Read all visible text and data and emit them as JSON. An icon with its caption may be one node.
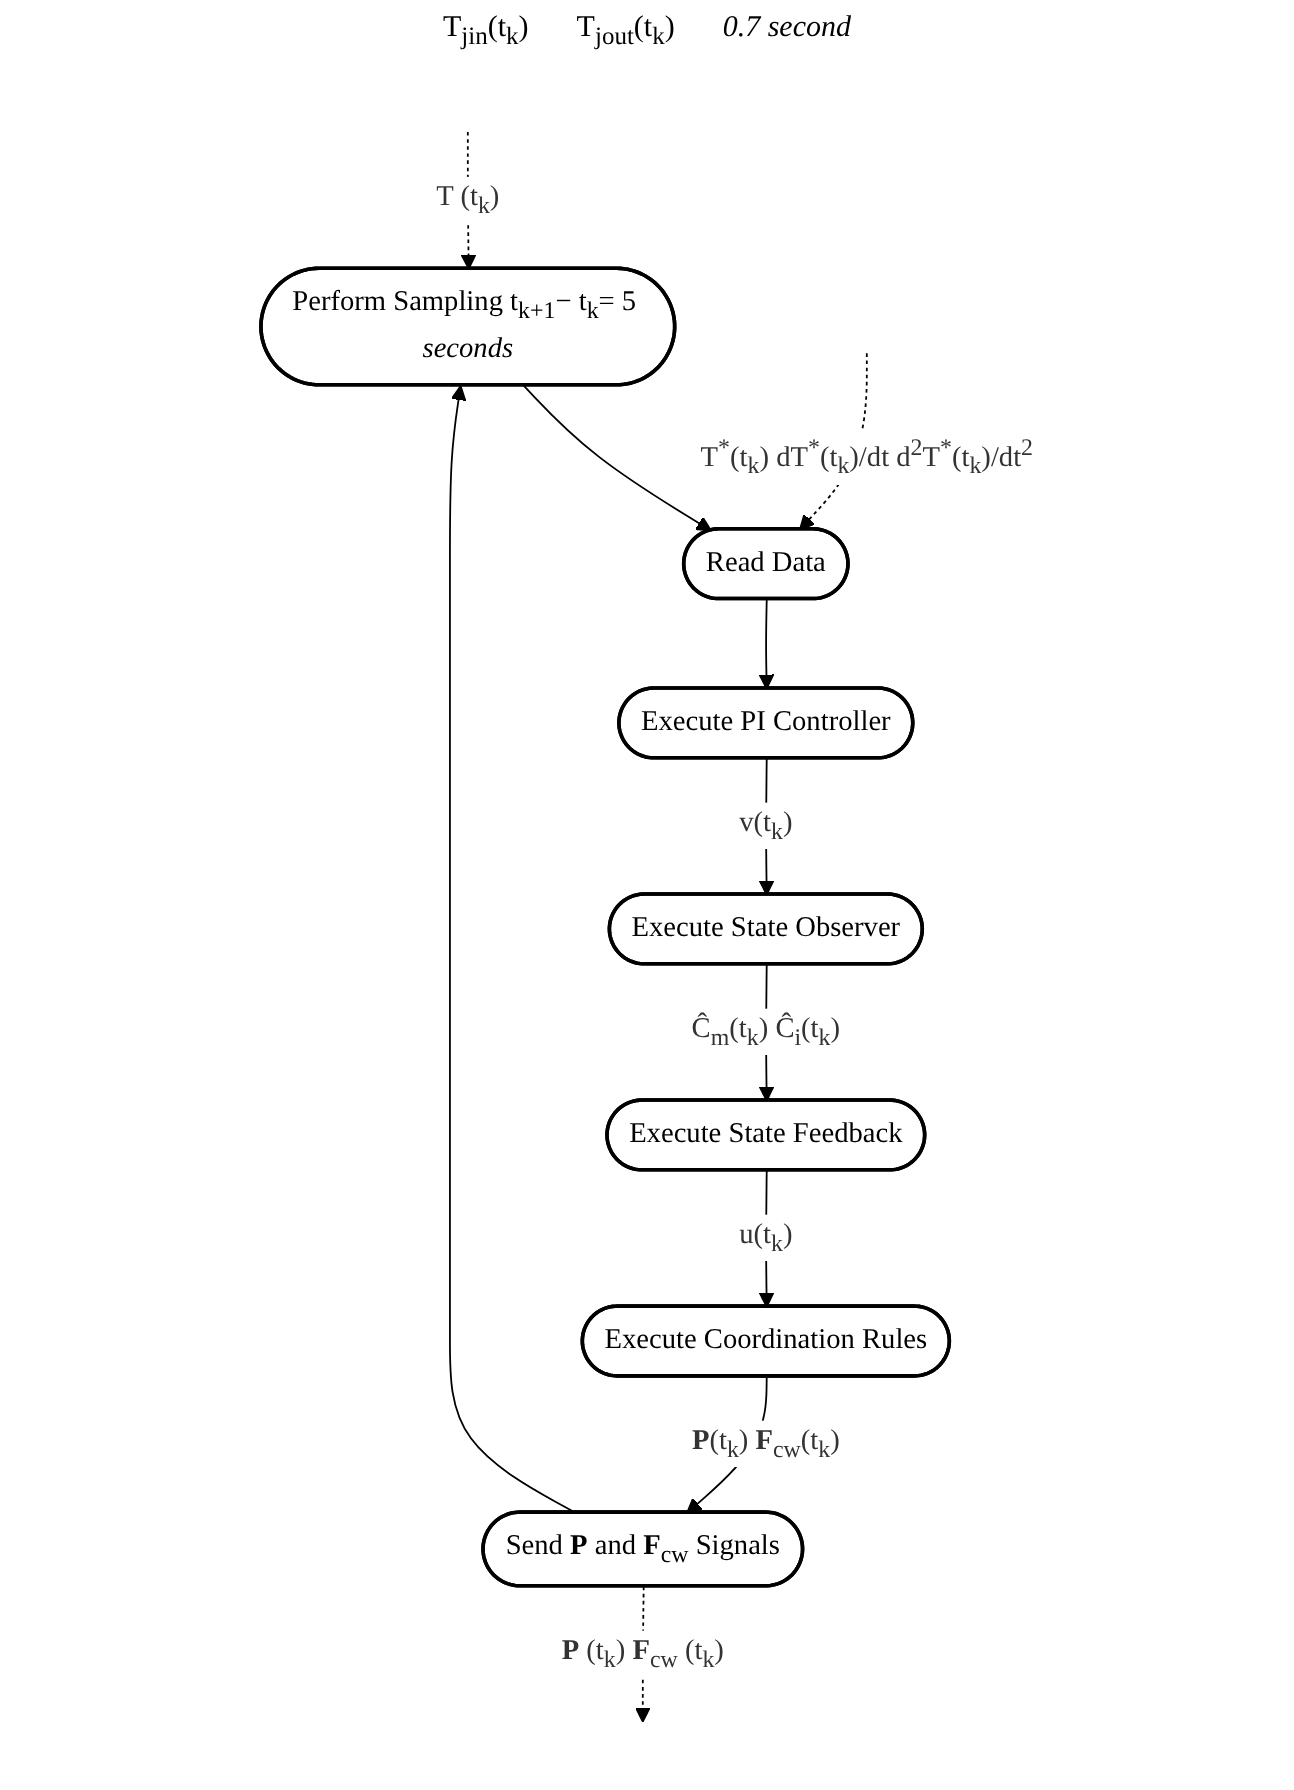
{
  "diagram": {
    "nodes": [
      {
        "text": [
          "Perform Sampling t$_{k+1}$− t$_{k}$= 5 *seconds*"
        ]
      },
      {
        "text": [
          "Read Data"
        ]
      },
      {
        "text": [
          "Execute PI Controller"
        ]
      },
      {
        "text": [
          "Execute State Observer"
        ]
      },
      {
        "text": [
          "Execute State Feedback"
        ]
      },
      {
        "text": [
          "Execute Coordination Rules"
        ]
      },
      {
        "text": [
          "Send **P** and **F**$_{cw}$ Signals"
        ]
      }
    ],
    "edges": [
      {
        "from": null,
        "to": 0,
        "arrow": "to",
        "style": "dashed",
        "label": "T (t$_{k}$)"
      },
      {
        "from": 0,
        "to": 1,
        "arrow": "to"
      },
      {
        "from": null,
        "to": 1,
        "arrow": "to",
        "style": "dashed",
        "label": "T$^{*}$(t$_{k}$) dT$^{*}$(t$_{k}$)/dt d$^{2}$T$^{*}$(t$_{k}$)/dt$^{2}$"
      },
      {
        "from": 1,
        "to": 2,
        "arrow": "to"
      },
      {
        "from": 2,
        "to": 3,
        "arrow": "to",
        "label": "v(t$_{k}$)"
      },
      {
        "from": 3,
        "to": 4,
        "arrow": "to",
        "label": "Ĉ$_{m}$(t$_{k}$) Ĉ$_{i}$(t$_{k}$)"
      },
      {
        "from": 4,
        "to": 5,
        "arrow": "to",
        "label": "u(t$_{k}$)"
      },
      {
        "from": 5,
        "to": 6,
        "arrow": "to",
        "label": "**P**(t$_{k}$) **F**$_{cw}$(t$_{k}$)"
      },
      {
        "from": 6,
        "to": 0,
        "arrow": "to"
      },
      {
        "from": 6,
        "to": null,
        "arrow": "to",
        "style": "dashed",
        "label": "**P** (t$_{k}$) **F**$_{cw}$ (t$_{k}$)"
      }
    ],
    "labels": [
      "T$_{jin}$(t$_{k}$)",
      "T$_{jout}$(t$_{k}$)",
      "*0.7 second*"
    ]
  }
}
